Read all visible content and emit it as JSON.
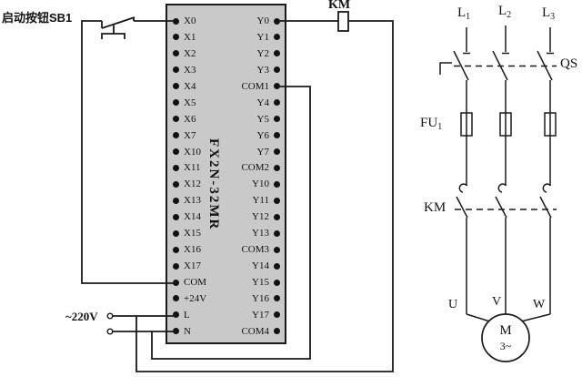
{
  "colors": {
    "wire": "#1a1a1a",
    "plc_fill": "#c9c9c9",
    "terminal_dot": "#111111",
    "background": "#ffffff"
  },
  "field_side": {
    "start_button_label": "启动按钮SB1",
    "supply_label": "~220V"
  },
  "plc": {
    "model": "FX2N-32MR",
    "left_terminals": [
      "X0",
      "X1",
      "X2",
      "X3",
      "X4",
      "X5",
      "X6",
      "X7",
      "X10",
      "X11",
      "X12",
      "X13",
      "X14",
      "X15",
      "X16",
      "X17",
      "COM",
      "+24V",
      "L",
      "N"
    ],
    "right_terminals": [
      "Y0",
      "Y1",
      "Y2",
      "Y3",
      "COM1",
      "Y4",
      "Y5",
      "Y6",
      "Y7",
      "COM2",
      "Y10",
      "Y11",
      "Y12",
      "Y13",
      "COM3",
      "Y14",
      "Y15",
      "Y16",
      "Y17",
      "COM4"
    ]
  },
  "coil_branch": {
    "contactor_coil_label": "KM"
  },
  "power_circuit": {
    "phases": [
      {
        "base": "L",
        "sub": "1"
      },
      {
        "base": "L",
        "sub": "2"
      },
      {
        "base": "L",
        "sub": "3"
      }
    ],
    "isolator_label": "QS",
    "fuse_label": {
      "base": "FU",
      "sub": "1"
    },
    "contactor_label": "KM",
    "motor_terminals": [
      "U",
      "V",
      "W"
    ],
    "motor_label": "M",
    "motor_type": "3~"
  }
}
